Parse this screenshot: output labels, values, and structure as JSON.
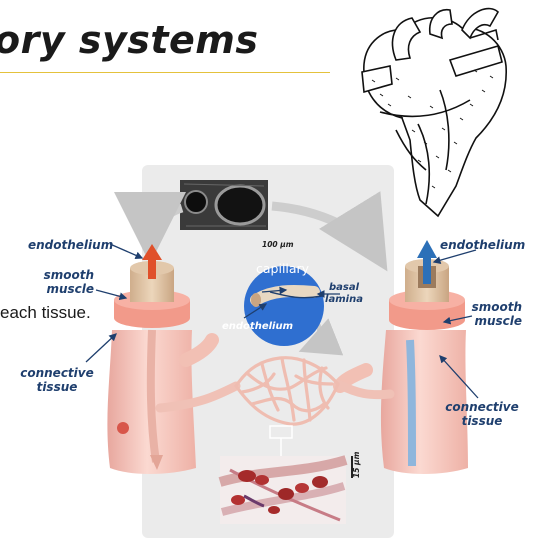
{
  "page": {
    "title": "ory systems",
    "text_fragment": "each tissue."
  },
  "labels": {
    "endothelium_left": "endothelium",
    "smooth_left_1": "smooth",
    "smooth_left_2": "muscle",
    "connective_left_1": "connective",
    "connective_left_2": "tissue",
    "endothelium_right": "endothelium",
    "smooth_right_1": "smooth",
    "smooth_right_2": "muscle",
    "connective_right_1": "connective",
    "connective_right_2": "tissue",
    "capillary": "capillary",
    "basal_1": "basal",
    "basal_2": "lamina",
    "endothelium_center": "endothelium"
  },
  "scale_bars": {
    "top": "100 μm",
    "bottom": "15 μm"
  },
  "colors": {
    "label_text": "#1f3f6e",
    "arrow_blue": "#2c70b8",
    "arrow_red": "#e0502a",
    "capillary_disk": "#2f6fd0",
    "vessel": "#f5c5bb",
    "muscle_band": "#f29a8a",
    "panel_bg": "#ebebeb",
    "title_rule": "#e4c23c"
  }
}
